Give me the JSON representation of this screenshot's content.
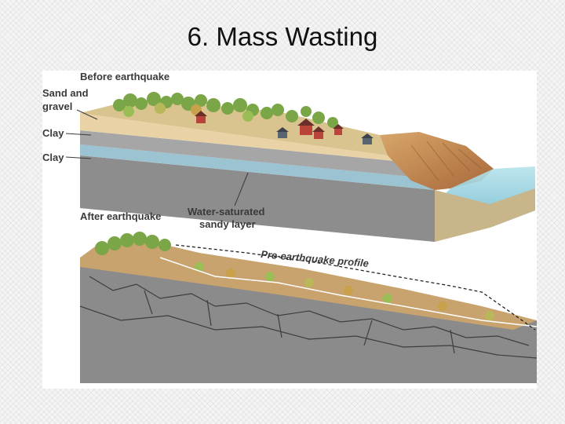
{
  "slide": {
    "title": "6. Mass Wasting"
  },
  "figure": {
    "before_title": "Before earthquake",
    "after_title": "After earthquake",
    "labels": {
      "sand_gravel_1": "Sand and",
      "sand_gravel_2": "gravel",
      "clay_upper": "Clay",
      "clay_lower": "Clay",
      "water_layer_1": "Water-saturated",
      "water_layer_2": "sandy layer",
      "pre_profile": "Pre-earthquake profile"
    },
    "colors": {
      "sand": "#e9d3a6",
      "clay": "#8f8f8f",
      "water_layer": "#9cc3d1",
      "sea": "#8fd0de",
      "trees": "#7aa648",
      "houses": "#b8443a",
      "rubble": "#c9a36e"
    }
  }
}
